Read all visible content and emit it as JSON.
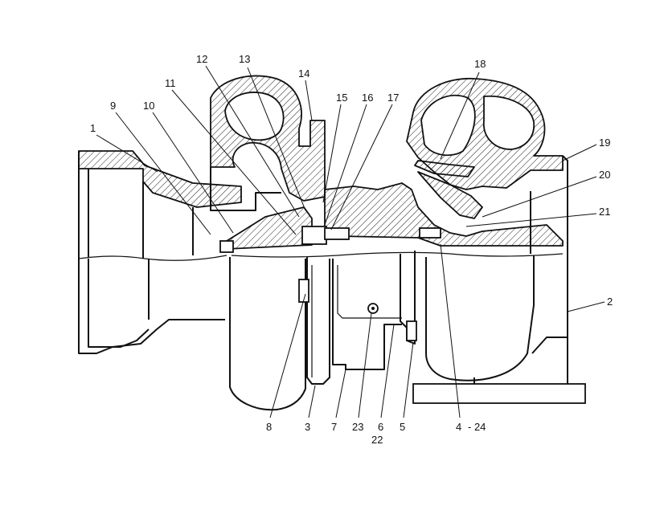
{
  "callouts": [
    {
      "id": "1",
      "text": "1"
    },
    {
      "id": "2",
      "text": "2"
    },
    {
      "id": "3",
      "text": "3"
    },
    {
      "id": "4",
      "text": "4"
    },
    {
      "id": "24",
      "text": "- 24"
    },
    {
      "id": "5",
      "text": "5"
    },
    {
      "id": "6",
      "text": "6"
    },
    {
      "id": "22",
      "text": "22"
    },
    {
      "id": "7",
      "text": "7"
    },
    {
      "id": "8",
      "text": "8"
    },
    {
      "id": "9",
      "text": "9"
    },
    {
      "id": "10",
      "text": "10"
    },
    {
      "id": "11",
      "text": "11"
    },
    {
      "id": "12",
      "text": "12"
    },
    {
      "id": "13",
      "text": "13"
    },
    {
      "id": "14",
      "text": "14"
    },
    {
      "id": "15",
      "text": "15"
    },
    {
      "id": "16",
      "text": "16"
    },
    {
      "id": "17",
      "text": "17"
    },
    {
      "id": "18",
      "text": "18"
    },
    {
      "id": "19",
      "text": "19"
    },
    {
      "id": "20",
      "text": "20"
    },
    {
      "id": "21",
      "text": "21"
    },
    {
      "id": "23",
      "text": "23"
    }
  ]
}
